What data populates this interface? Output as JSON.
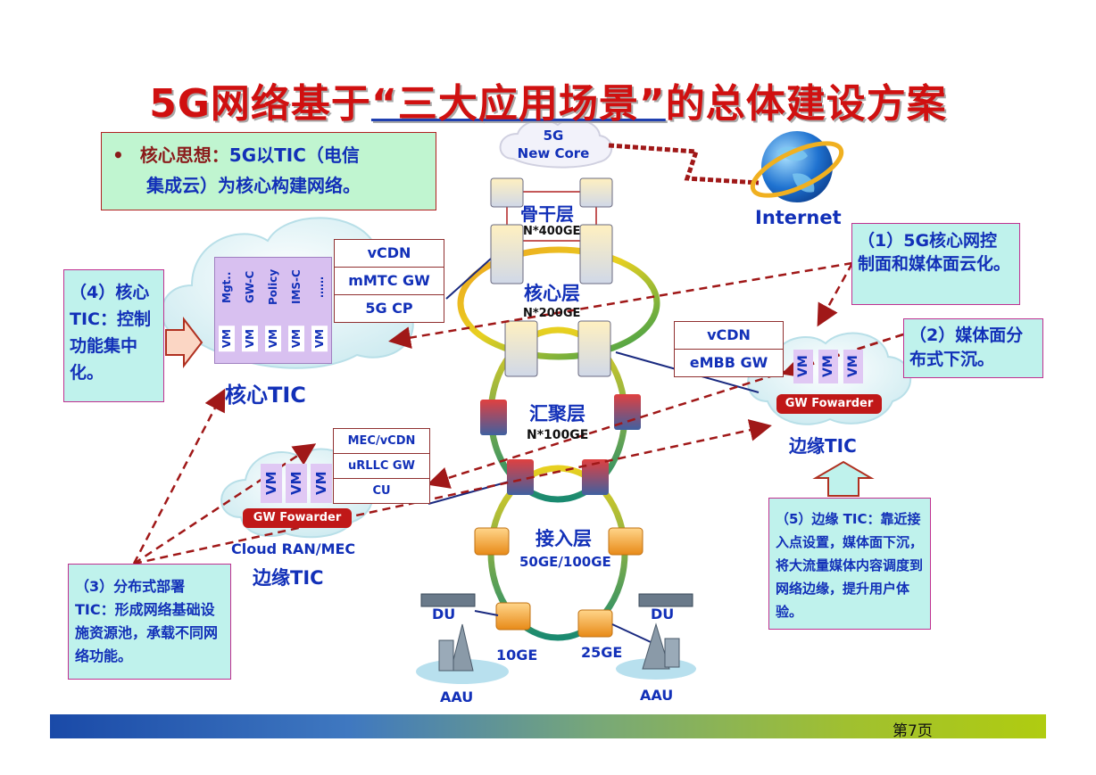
{
  "title": {
    "pre": "5G网络基于",
    "underlined": "“三大应用场景”",
    "post": "的总体建设方案"
  },
  "core_idea": {
    "bullet": "•",
    "label": "核心思想：",
    "text_line1": "5G以TIC（电信",
    "text_line2": "集成云）为核心构建网络。"
  },
  "cloud_top": {
    "line1": "5G",
    "line2": "New Core"
  },
  "internet": "Internet",
  "layers": {
    "backbone": {
      "name": "骨干层",
      "speed": "N*400GE"
    },
    "core": {
      "name": "核心层",
      "speed": "N*200GE"
    },
    "aggregation": {
      "name": "汇聚层",
      "speed": "N*100GE"
    },
    "access": {
      "name": "接入层",
      "speed": "50GE/100GE"
    }
  },
  "core_tic": {
    "label": "核心TIC",
    "functions": [
      "Mgt..",
      "GW-C",
      "Policy",
      "IMS-C",
      "……"
    ],
    "vms": [
      "VM",
      "VM",
      "VM",
      "VM",
      "VM"
    ],
    "stack": [
      "vCDN",
      "mMTC GW",
      "5G CP"
    ]
  },
  "edge_tic_right": {
    "label": "边缘TIC",
    "stack": [
      "vCDN",
      "eMBB GW"
    ],
    "vms": [
      "VM",
      "VM",
      "VM"
    ],
    "gw": "GW Fowarder"
  },
  "edge_tic_left": {
    "label": "边缘TIC",
    "sublabel": "Cloud RAN/MEC",
    "stack": [
      "MEC/vCDN",
      "uRLLC GW",
      "CU"
    ],
    "vms": [
      "VM",
      "VM",
      "VM"
    ],
    "gw": "GW Fowarder"
  },
  "notes": {
    "n1": "（1）5G核心网控制面和媒体面云化。",
    "n2": "（2）媒体面分布式下沉。",
    "n3": "（3）分布式部署TIC：形成网络基础设施资源池，承载不同网络功能。",
    "n4": "（4）核心TIC：控制功能集中化。",
    "n5": "（5）边缘 TIC：靠近接入点设置，媒体面下沉，将大流量媒体内容调度到网络边缘，提升用户体验。"
  },
  "ran": {
    "du_left": "DU",
    "du_right": "DU",
    "aau_left": "AAU",
    "aau_right": "AAU",
    "link_left": "10GE",
    "link_right": "25GE"
  },
  "page": "第7页",
  "colors": {
    "title": "#d01010",
    "label_blue": "#1230b8",
    "dashed_arrow": "#a01818",
    "ring_outer": "#2a9a50",
    "ring_inner": "#e8c020"
  }
}
